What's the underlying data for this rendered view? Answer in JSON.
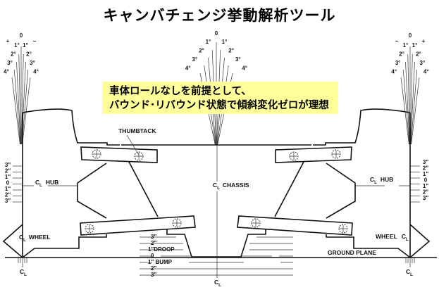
{
  "title": "キャンバチェンジ挙動解析ツール",
  "note": {
    "line1": "車体ロールなしを前提として、",
    "line2": "バウンド･リバウンド状態で傾斜変化ゼロが理想"
  },
  "labels": {
    "thumbtack": "THUMBTACK",
    "cl": "C",
    "cl_sub": "L",
    "hub": "HUB",
    "chassis": "CHASSIS",
    "wheel": "WHEEL",
    "ground_plane": "GROUND PLANE",
    "droop": "1\"DROOP",
    "bump": "1\" BUMP"
  },
  "camber_scale": {
    "zero": "0",
    "plus": "+",
    "minus": "−",
    "deg": [
      "1°",
      "2°",
      "3°",
      "4°"
    ]
  },
  "height_scale": [
    "3\"",
    "2\"",
    "1\"",
    "0",
    "1\"",
    "2\"",
    "3\""
  ],
  "travel_scale": [
    "3\"",
    "2\"",
    "1\"DROOP",
    "0",
    "1\" BUMP",
    "2\"",
    "3\""
  ]
}
